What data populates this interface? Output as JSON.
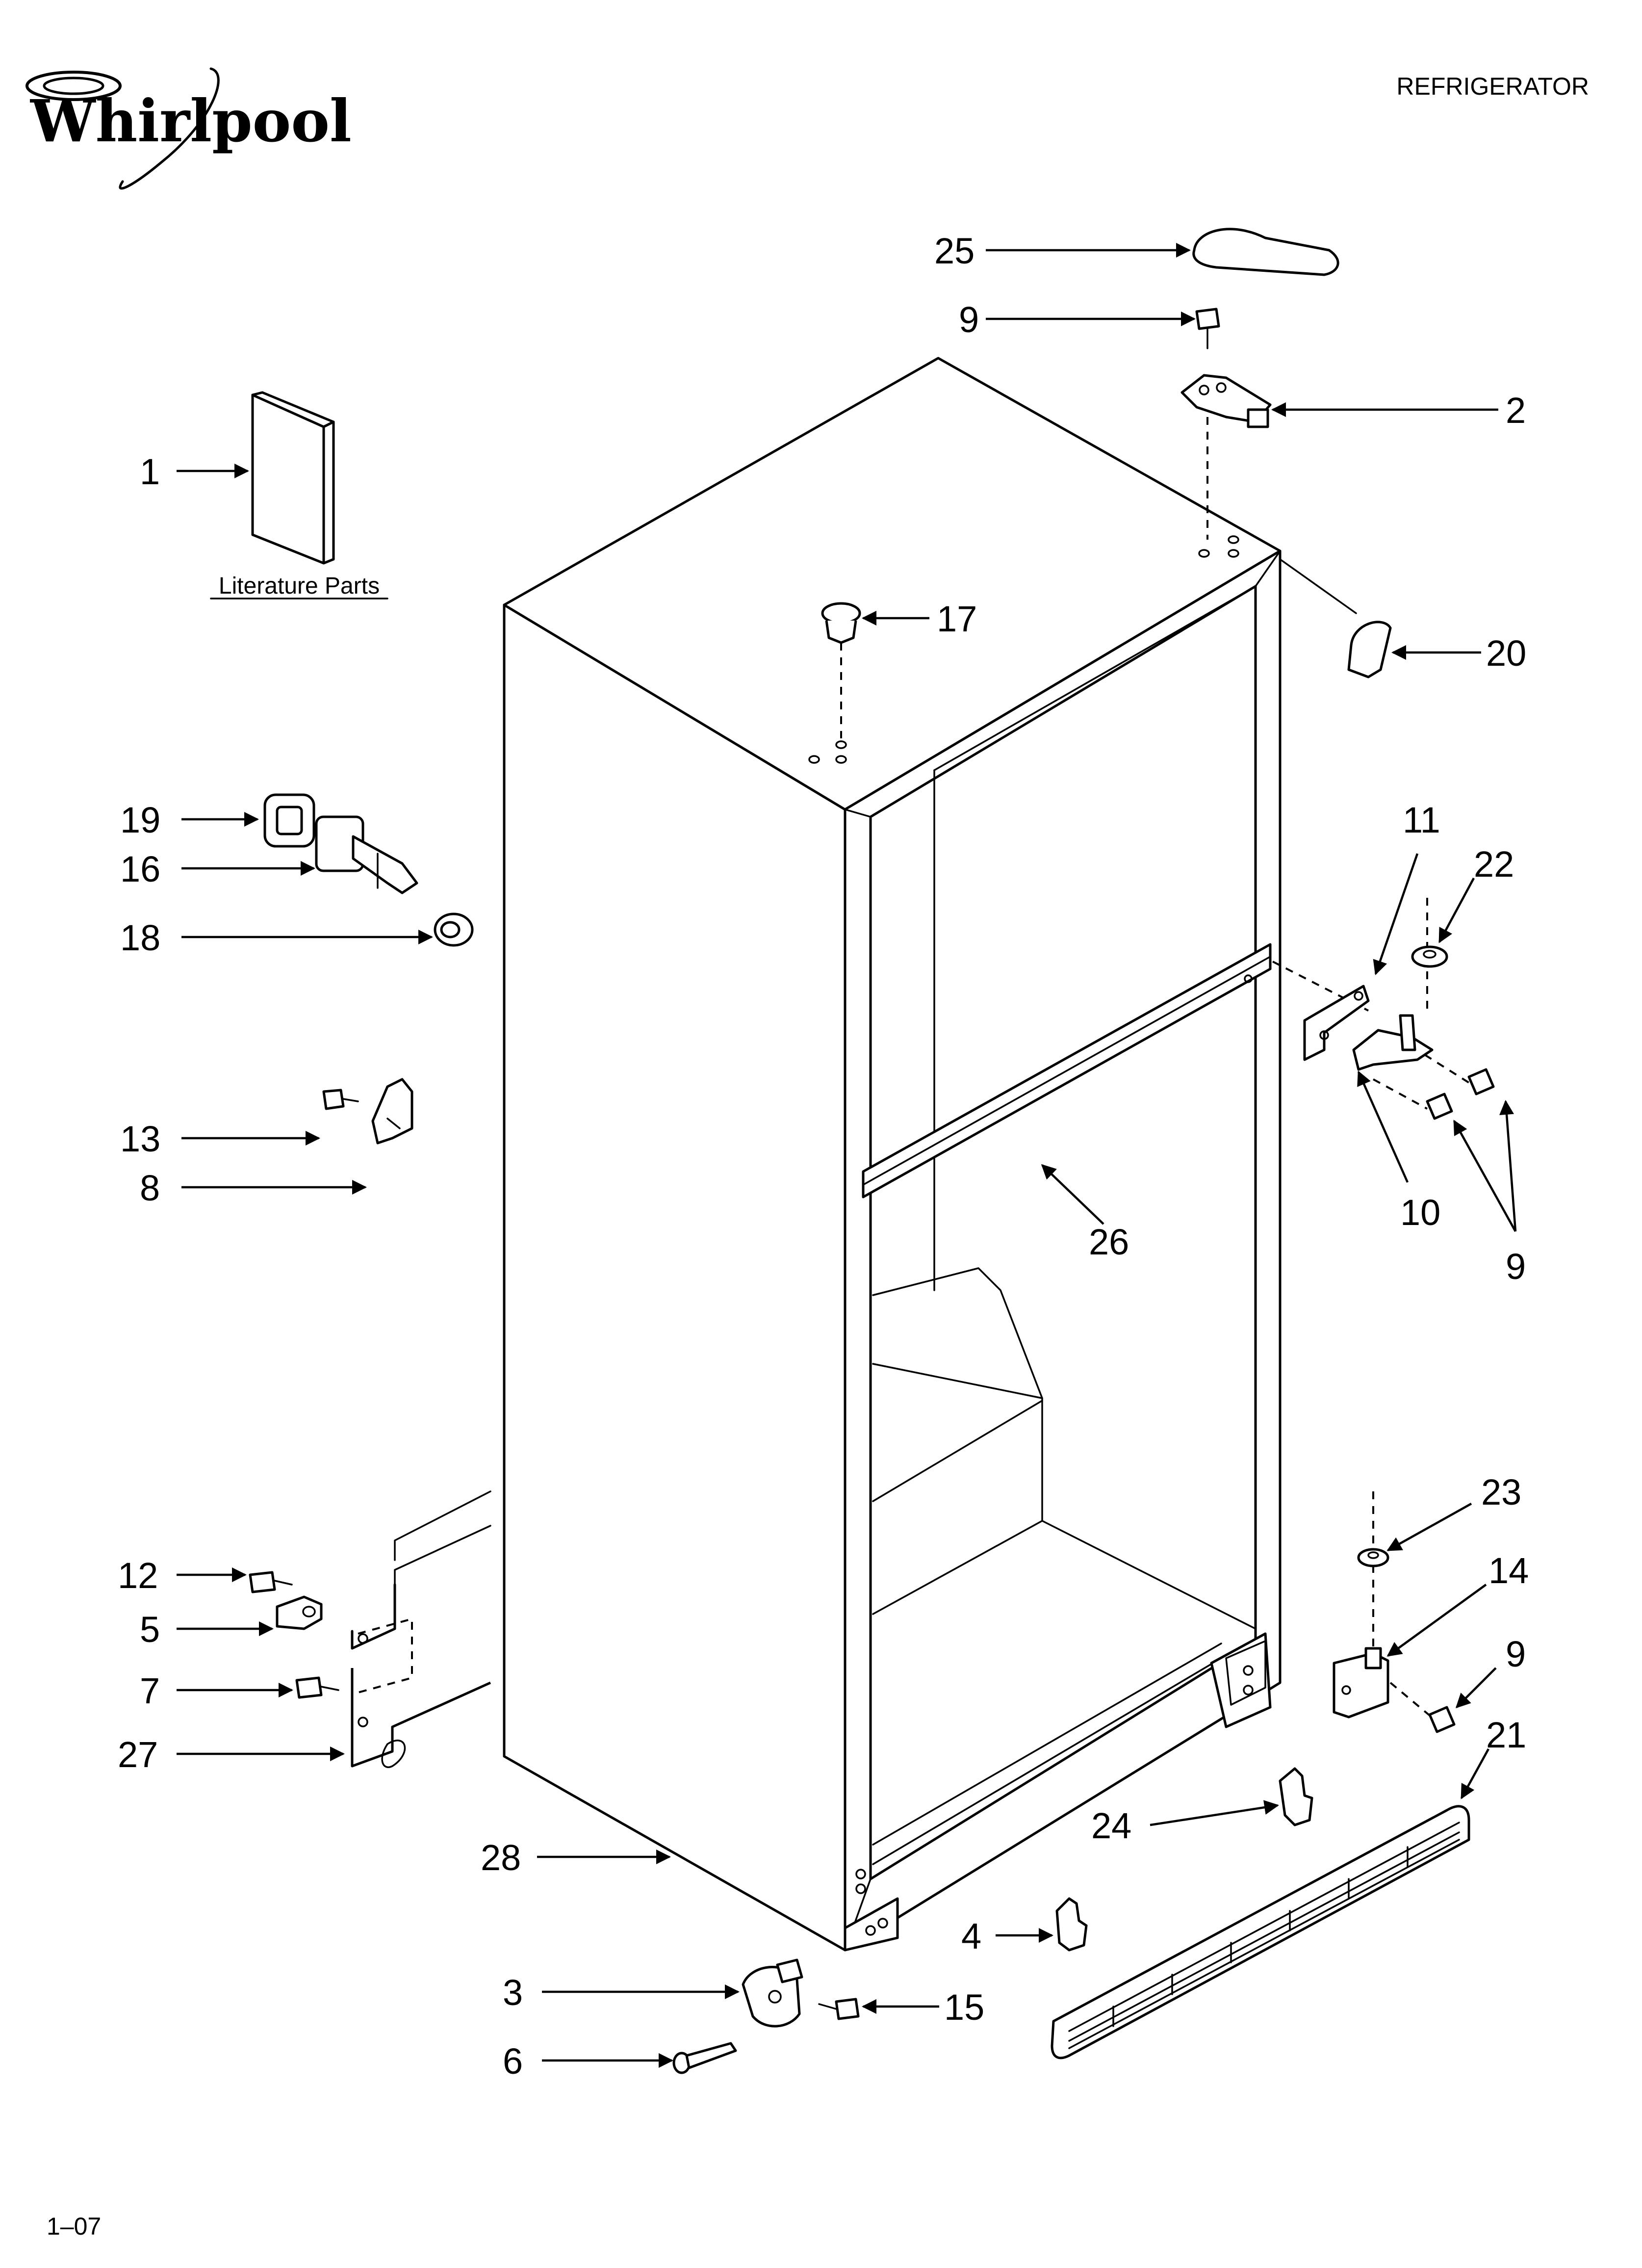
{
  "header": {
    "brand": "Whirlpool",
    "title": "REFRIGERATOR"
  },
  "literature": {
    "label": "Literature Parts"
  },
  "callouts": {
    "c25": "25",
    "c9_top": "9",
    "c2": "2",
    "c1": "1",
    "c17": "17",
    "c20": "20",
    "c19": "19",
    "c16": "16",
    "c18": "18",
    "c11": "11",
    "c22": "22",
    "c13": "13",
    "c8": "8",
    "c26": "26",
    "c10": "10",
    "c9_mid": "9",
    "c23": "23",
    "c14": "14",
    "c12": "12",
    "c5": "5",
    "c9_low": "9",
    "c7": "7",
    "c21": "21",
    "c27": "27",
    "c24": "24",
    "c28": "28",
    "c4": "4",
    "c3": "3",
    "c15": "15",
    "c6": "6"
  },
  "footer": {
    "code": "1–07"
  }
}
